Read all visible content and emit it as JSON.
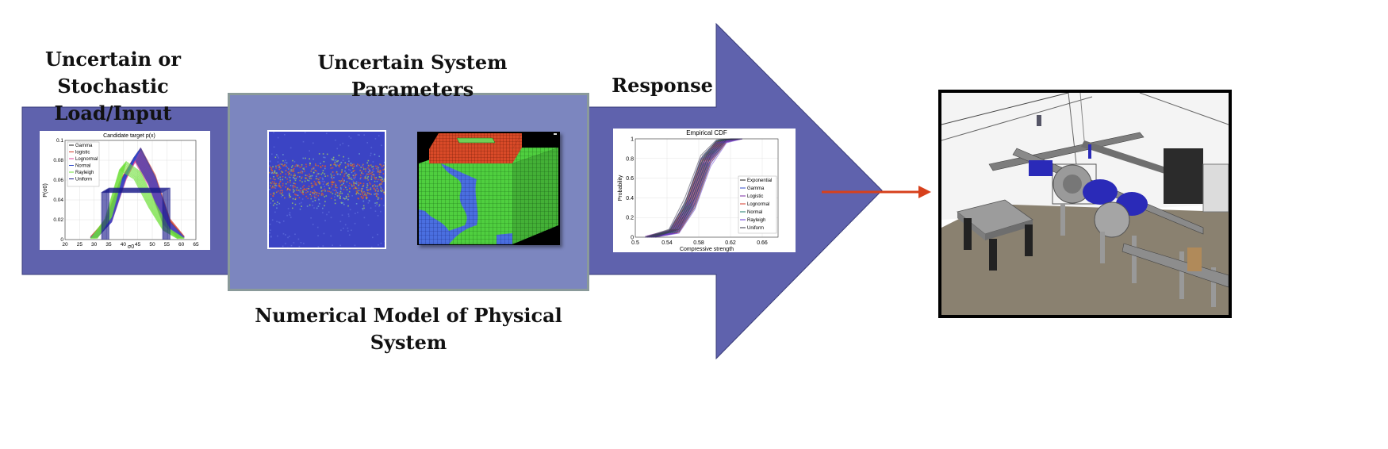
{
  "labels": {
    "load_title_line1": "Uncertain or Stochastic",
    "load_title_line2": "Load/Input",
    "params_title": "Uncertain System Parameters",
    "response_title": "Response",
    "model_title": "Numerical Model of  Physical System"
  },
  "colors": {
    "arrow": "#5f62ad",
    "model_box": "#7c86bf",
    "model_border": "#8a9a9a",
    "connector": "#d7401c"
  },
  "input_chart": {
    "title": "Candidate target p(x)",
    "xlabel": "σ0",
    "ylabel": "P(σ0)",
    "xticks": [
      "20",
      "25",
      "30",
      "35",
      "40",
      "45",
      "50",
      "55",
      "60",
      "65"
    ],
    "yticks": [
      "0",
      "0.02",
      "0.04",
      "0.06",
      "0.08",
      "0.1"
    ],
    "legend": [
      "Gamma",
      "logistic",
      "Lognormal",
      "Normal",
      "Rayleigh",
      "Uniform"
    ]
  },
  "response_chart": {
    "title": "Empirical CDF",
    "xlabel": "Compressive strength",
    "ylabel": "Probability",
    "xticks": [
      "0.5",
      "0.54",
      "0.58",
      "0.62",
      "0.66"
    ],
    "yticks": [
      "0",
      "0.2",
      "0.4",
      "0.6",
      "0.8",
      "1"
    ],
    "legend": [
      "Exponential",
      "Gamma",
      "Logistic",
      "Lognormal",
      "Normal",
      "Rayleigh",
      "Uniform"
    ]
  },
  "chart_data": [
    {
      "type": "line",
      "title": "Candidate target p(x)",
      "xlabel": "σ0",
      "ylabel": "P(σ0)",
      "xlim": [
        20,
        65
      ],
      "ylim": [
        0,
        0.1
      ],
      "series": [
        {
          "name": "Gamma",
          "x": [
            30,
            35,
            40,
            45,
            50,
            55,
            60
          ],
          "values": [
            0.002,
            0.018,
            0.06,
            0.087,
            0.06,
            0.018,
            0.002
          ]
        },
        {
          "name": "logistic",
          "x": [
            30,
            35,
            40,
            45,
            50,
            55,
            60
          ],
          "values": [
            0.003,
            0.02,
            0.062,
            0.088,
            0.062,
            0.02,
            0.003
          ]
        },
        {
          "name": "Lognormal",
          "x": [
            30,
            35,
            40,
            45,
            50,
            55,
            60
          ],
          "values": [
            0.002,
            0.017,
            0.058,
            0.085,
            0.058,
            0.016,
            0.002
          ]
        },
        {
          "name": "Normal",
          "x": [
            30,
            35,
            40,
            45,
            50,
            55,
            60
          ],
          "values": [
            0.002,
            0.017,
            0.06,
            0.088,
            0.06,
            0.017,
            0.002
          ]
        },
        {
          "name": "Rayleigh",
          "x": [
            30,
            35,
            40,
            45,
            50,
            55,
            60
          ],
          "values": [
            0.001,
            0.022,
            0.075,
            0.065,
            0.035,
            0.01,
            0.001
          ]
        },
        {
          "name": "Uniform",
          "x": [
            34,
            34,
            55,
            55
          ],
          "values": [
            0,
            0.05,
            0.05,
            0
          ]
        }
      ]
    },
    {
      "type": "line",
      "title": "Empirical CDF",
      "xlabel": "Compressive strength",
      "ylabel": "Probability",
      "xlim": [
        0.5,
        0.68
      ],
      "ylim": [
        0,
        1
      ],
      "series": [
        {
          "name": "Exponential",
          "x": [
            0.52,
            0.55,
            0.57,
            0.59,
            0.61,
            0.63
          ],
          "values": [
            0.0,
            0.05,
            0.3,
            0.75,
            0.97,
            1.0
          ]
        },
        {
          "name": "Gamma",
          "x": [
            0.52,
            0.55,
            0.57,
            0.59,
            0.61,
            0.63
          ],
          "values": [
            0.0,
            0.06,
            0.33,
            0.78,
            0.98,
            1.0
          ]
        },
        {
          "name": "Logistic",
          "x": [
            0.52,
            0.55,
            0.57,
            0.59,
            0.61,
            0.63
          ],
          "values": [
            0.01,
            0.07,
            0.35,
            0.8,
            0.98,
            1.0
          ]
        },
        {
          "name": "Lognormal",
          "x": [
            0.52,
            0.55,
            0.57,
            0.59,
            0.61,
            0.63
          ],
          "values": [
            0.0,
            0.05,
            0.32,
            0.77,
            0.97,
            1.0
          ]
        },
        {
          "name": "Normal",
          "x": [
            0.52,
            0.55,
            0.57,
            0.59,
            0.61,
            0.63
          ],
          "values": [
            0.0,
            0.06,
            0.34,
            0.79,
            0.98,
            1.0
          ]
        },
        {
          "name": "Rayleigh",
          "x": [
            0.52,
            0.55,
            0.57,
            0.59,
            0.61,
            0.63
          ],
          "values": [
            0.0,
            0.04,
            0.28,
            0.72,
            0.96,
            1.0
          ]
        },
        {
          "name": "Uniform",
          "x": [
            0.52,
            0.55,
            0.57,
            0.59,
            0.61,
            0.63
          ],
          "values": [
            0.0,
            0.08,
            0.4,
            0.83,
            0.99,
            1.0
          ]
        }
      ]
    }
  ]
}
